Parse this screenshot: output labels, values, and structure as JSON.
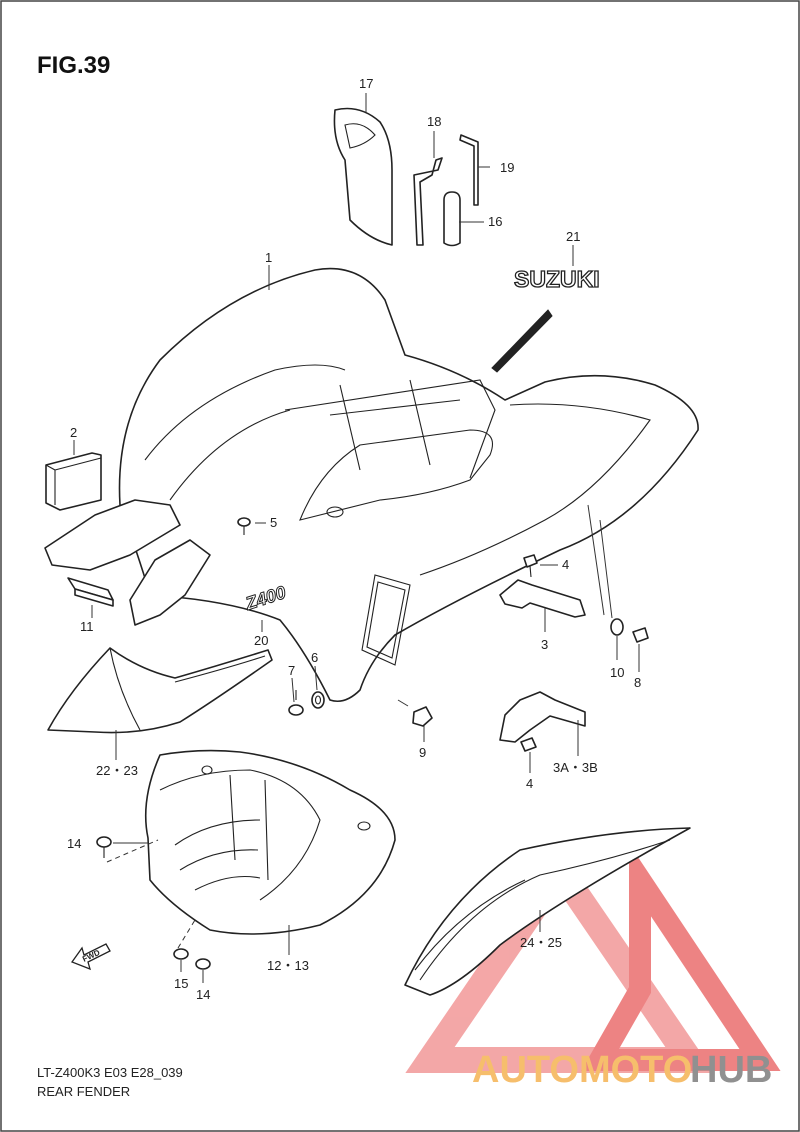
{
  "figure_title": "FIG.39",
  "footer": {
    "model_code": "LT-Z400K3 E03 E28_039",
    "section_name": "REAR FENDER"
  },
  "fwd_arrow_label": "FWD",
  "decal_texts": {
    "suzuki_emblem": "SUZUKI",
    "fender_logo": "Z400"
  },
  "watermark": {
    "text_part1": "AUTOMOTO",
    "text_part2": "HUB",
    "colors": {
      "part1": "#f4a93c",
      "part2": "#6b6b6b",
      "triangle": "#e85a5a"
    }
  },
  "callouts": {
    "c1": "1",
    "c2": "2",
    "c3": "3",
    "c3ab": "3A・3B",
    "c4a": "4",
    "c4b": "4",
    "c5": "5",
    "c6": "6",
    "c7": "7",
    "c8": "8",
    "c9": "9",
    "c10": "10",
    "c11": "11",
    "c1213": "12・13",
    "c14a": "14",
    "c14b": "14",
    "c15": "15",
    "c16": "16",
    "c17": "17",
    "c18": "18",
    "c19": "19",
    "c20": "20",
    "c21": "21",
    "c2223": "22・23",
    "c2425": "24・25"
  }
}
